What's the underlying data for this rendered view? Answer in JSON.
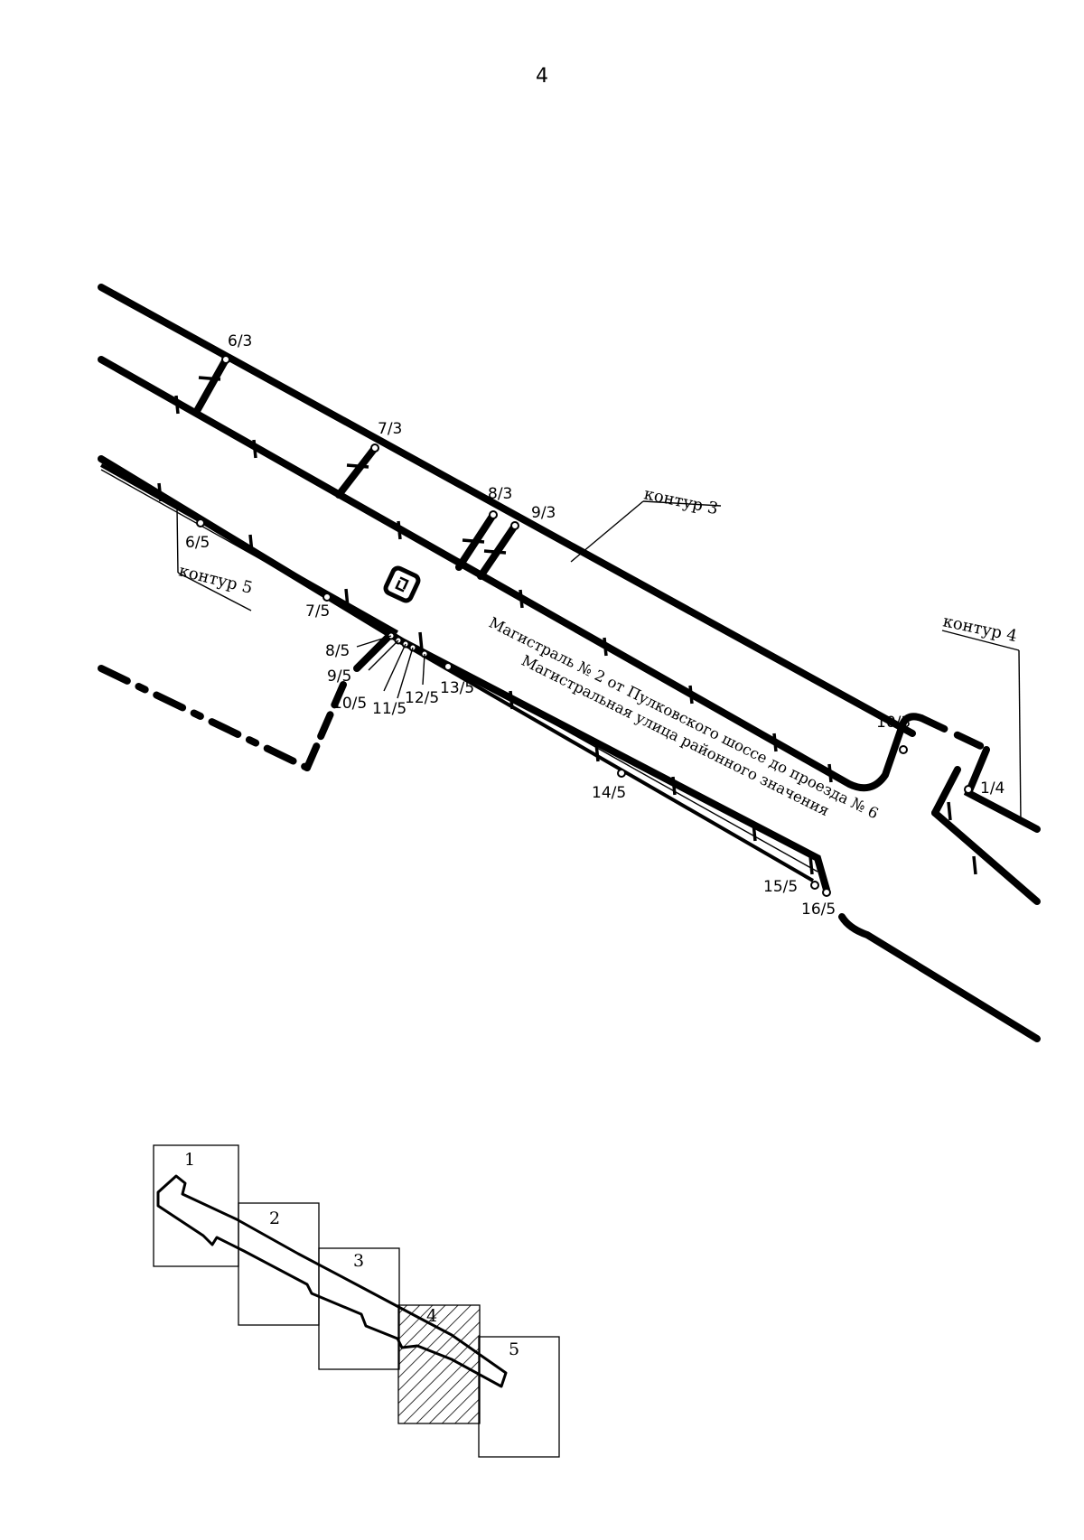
{
  "page_number": "4",
  "map": {
    "contour_labels": {
      "c3": "контур 3",
      "c4": "контур 4",
      "c5": "контур 5"
    },
    "road_labels": {
      "line1": "Магистраль № 2 от Пулковского шоссе до проезда № 6",
      "line2": "Магистральная улица районного значения"
    },
    "points": {
      "p6_3": "6/3",
      "p7_3": "7/3",
      "p8_3": "8/3",
      "p9_3": "9/3",
      "p10_3": "10/3",
      "p1_4": "1/4",
      "p6_5": "6/5",
      "p7_5": "7/5",
      "p8_5": "8/5",
      "p9_5": "9/5",
      "p10_5": "10/5",
      "p11_5": "11/5",
      "p12_5": "12/5",
      "p13_5": "13/5",
      "p14_5": "14/5",
      "p15_5": "15/5",
      "p16_5": "16/5"
    },
    "legend_symbol": "square-rotation-icon"
  },
  "key_map": {
    "sheets": [
      "1",
      "2",
      "3",
      "4",
      "5"
    ],
    "highlighted_sheet": "4"
  }
}
